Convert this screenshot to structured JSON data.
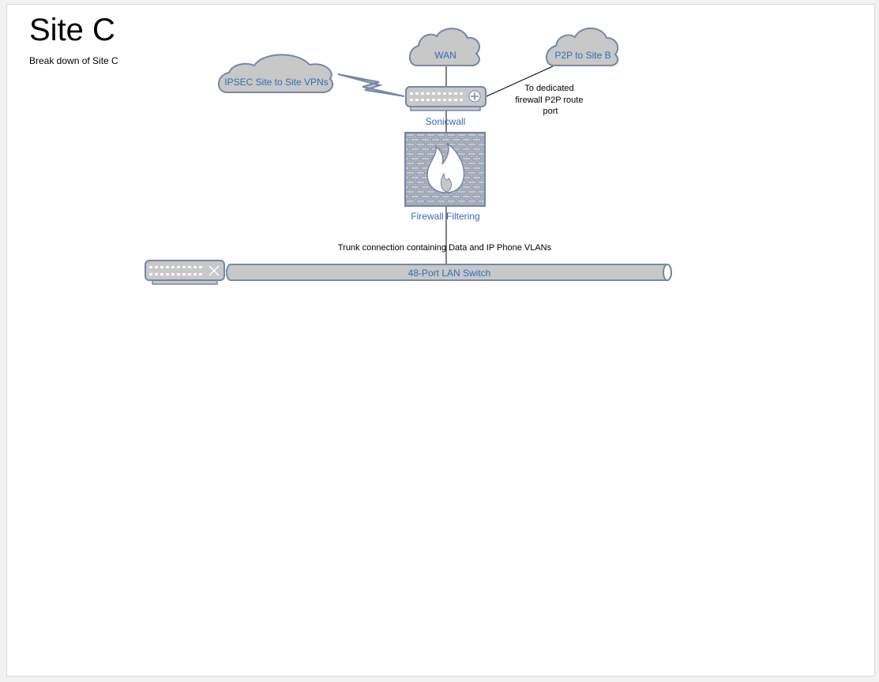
{
  "diagram": {
    "title": "Site C",
    "subtitle": "Break down of Site C",
    "nodes": {
      "wan": {
        "label": "WAN",
        "icon": "cloud-icon"
      },
      "p2p": {
        "label": "P2P to Site B",
        "icon": "cloud-icon"
      },
      "ipsec": {
        "label": "IPSEC Site to Site VPNs",
        "icon": "cloud-icon"
      },
      "sonicwall": {
        "label": "Sonicwall",
        "icon": "router-icon"
      },
      "firewall": {
        "label": "Firewall Filtering",
        "icon": "firewall-icon"
      },
      "switch": {
        "label": "48-Port LAN Switch",
        "icon": "switch-icon"
      }
    },
    "edges": {
      "p2p_note": [
        "To dedicated",
        "firewall P2P route",
        "port"
      ],
      "trunk_note": "Trunk connection containing Data and IP Phone VLANs"
    },
    "colors": {
      "cloud_fill": "#c8c8c8",
      "cloud_stroke": "#7587a8",
      "device_fill": "#c8c8c8",
      "device_stroke": "#7587a8",
      "label_blue": "#2f6eb5"
    }
  }
}
